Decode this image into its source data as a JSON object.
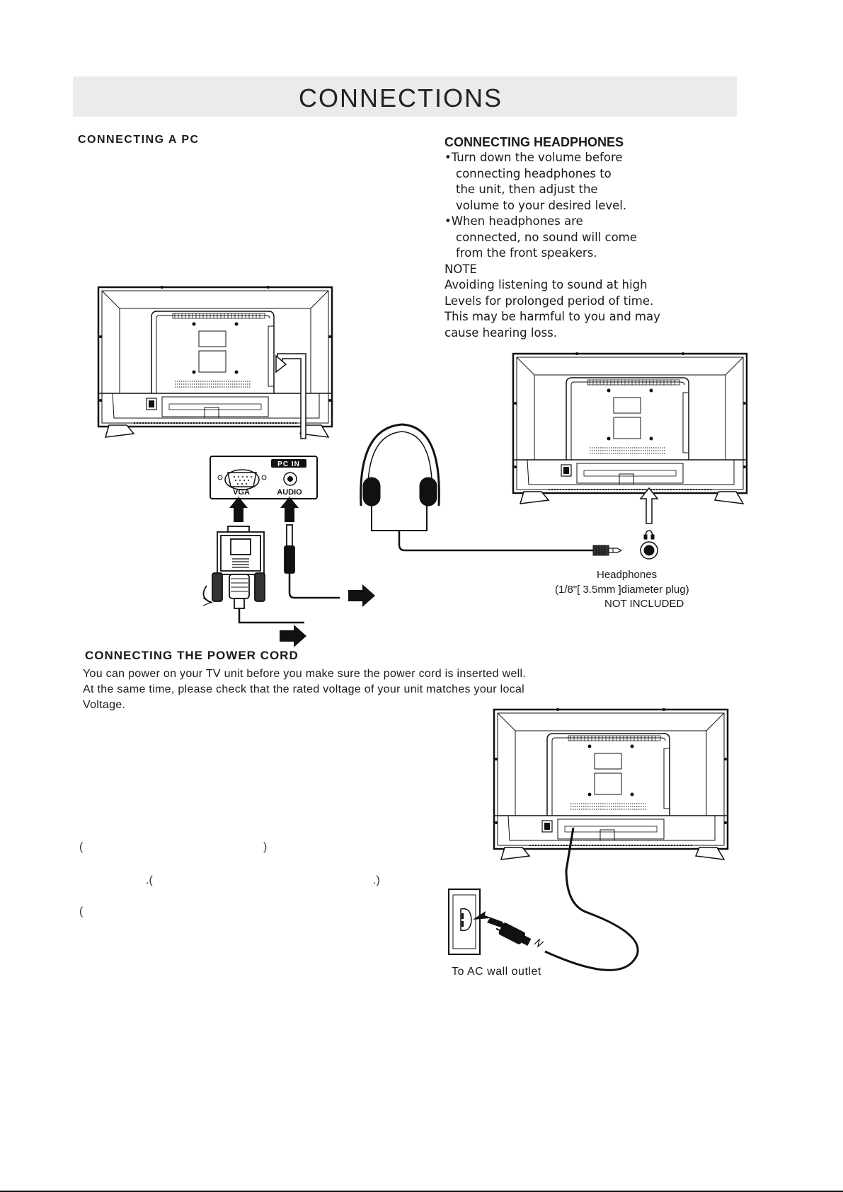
{
  "page": {
    "title": "CONNECTIONS"
  },
  "connecting_pc": {
    "heading": "CONNECTING  A  PC",
    "panel_label": "PC IN",
    "vga_label": "VGA",
    "audio_label": "AUDIO"
  },
  "connecting_headphones": {
    "heading": "CONNECTING HEADPHONES",
    "lines": [
      {
        "text": "•Turn down the volume before",
        "indent": false
      },
      {
        "text": "connecting headphones to",
        "indent": true
      },
      {
        "text": "the unit, then adjust the",
        "indent": true
      },
      {
        "text": "volume to your desired level.",
        "indent": true
      },
      {
        "text": "•When headphones are",
        "indent": false
      },
      {
        "text": "connected, no sound will come",
        "indent": true
      },
      {
        "text": "from the front speakers.",
        "indent": true
      },
      {
        "text": "NOTE",
        "indent": false
      },
      {
        "text": "Avoiding listening to sound at high",
        "indent": false
      },
      {
        "text": "Levels for prolonged period of time.",
        "indent": false
      },
      {
        "text": "This may be harmful to you and may",
        "indent": false
      },
      {
        "text": "cause hearing loss.",
        "indent": false
      }
    ],
    "caption": {
      "line1": "Headphones",
      "line2": "(1/8\"[ 3.5mm ]diameter plug)",
      "line3": "NOT INCLUDED"
    }
  },
  "connecting_power": {
    "heading": "CONNECTING  THE POWER CORD",
    "lines": [
      "You can power on your TV unit before you make sure the power cord is inserted well.",
      "At the same time, please check that the rated voltage of your unit matches your local",
      "Voltage."
    ],
    "outlet_caption": "To  AC  wall  outlet",
    "stray_marks": {
      "row1_open": "(",
      "row1_close": ")",
      "row2_open": ".(",
      "row2_close": ".)",
      "row3_open": "("
    }
  }
}
